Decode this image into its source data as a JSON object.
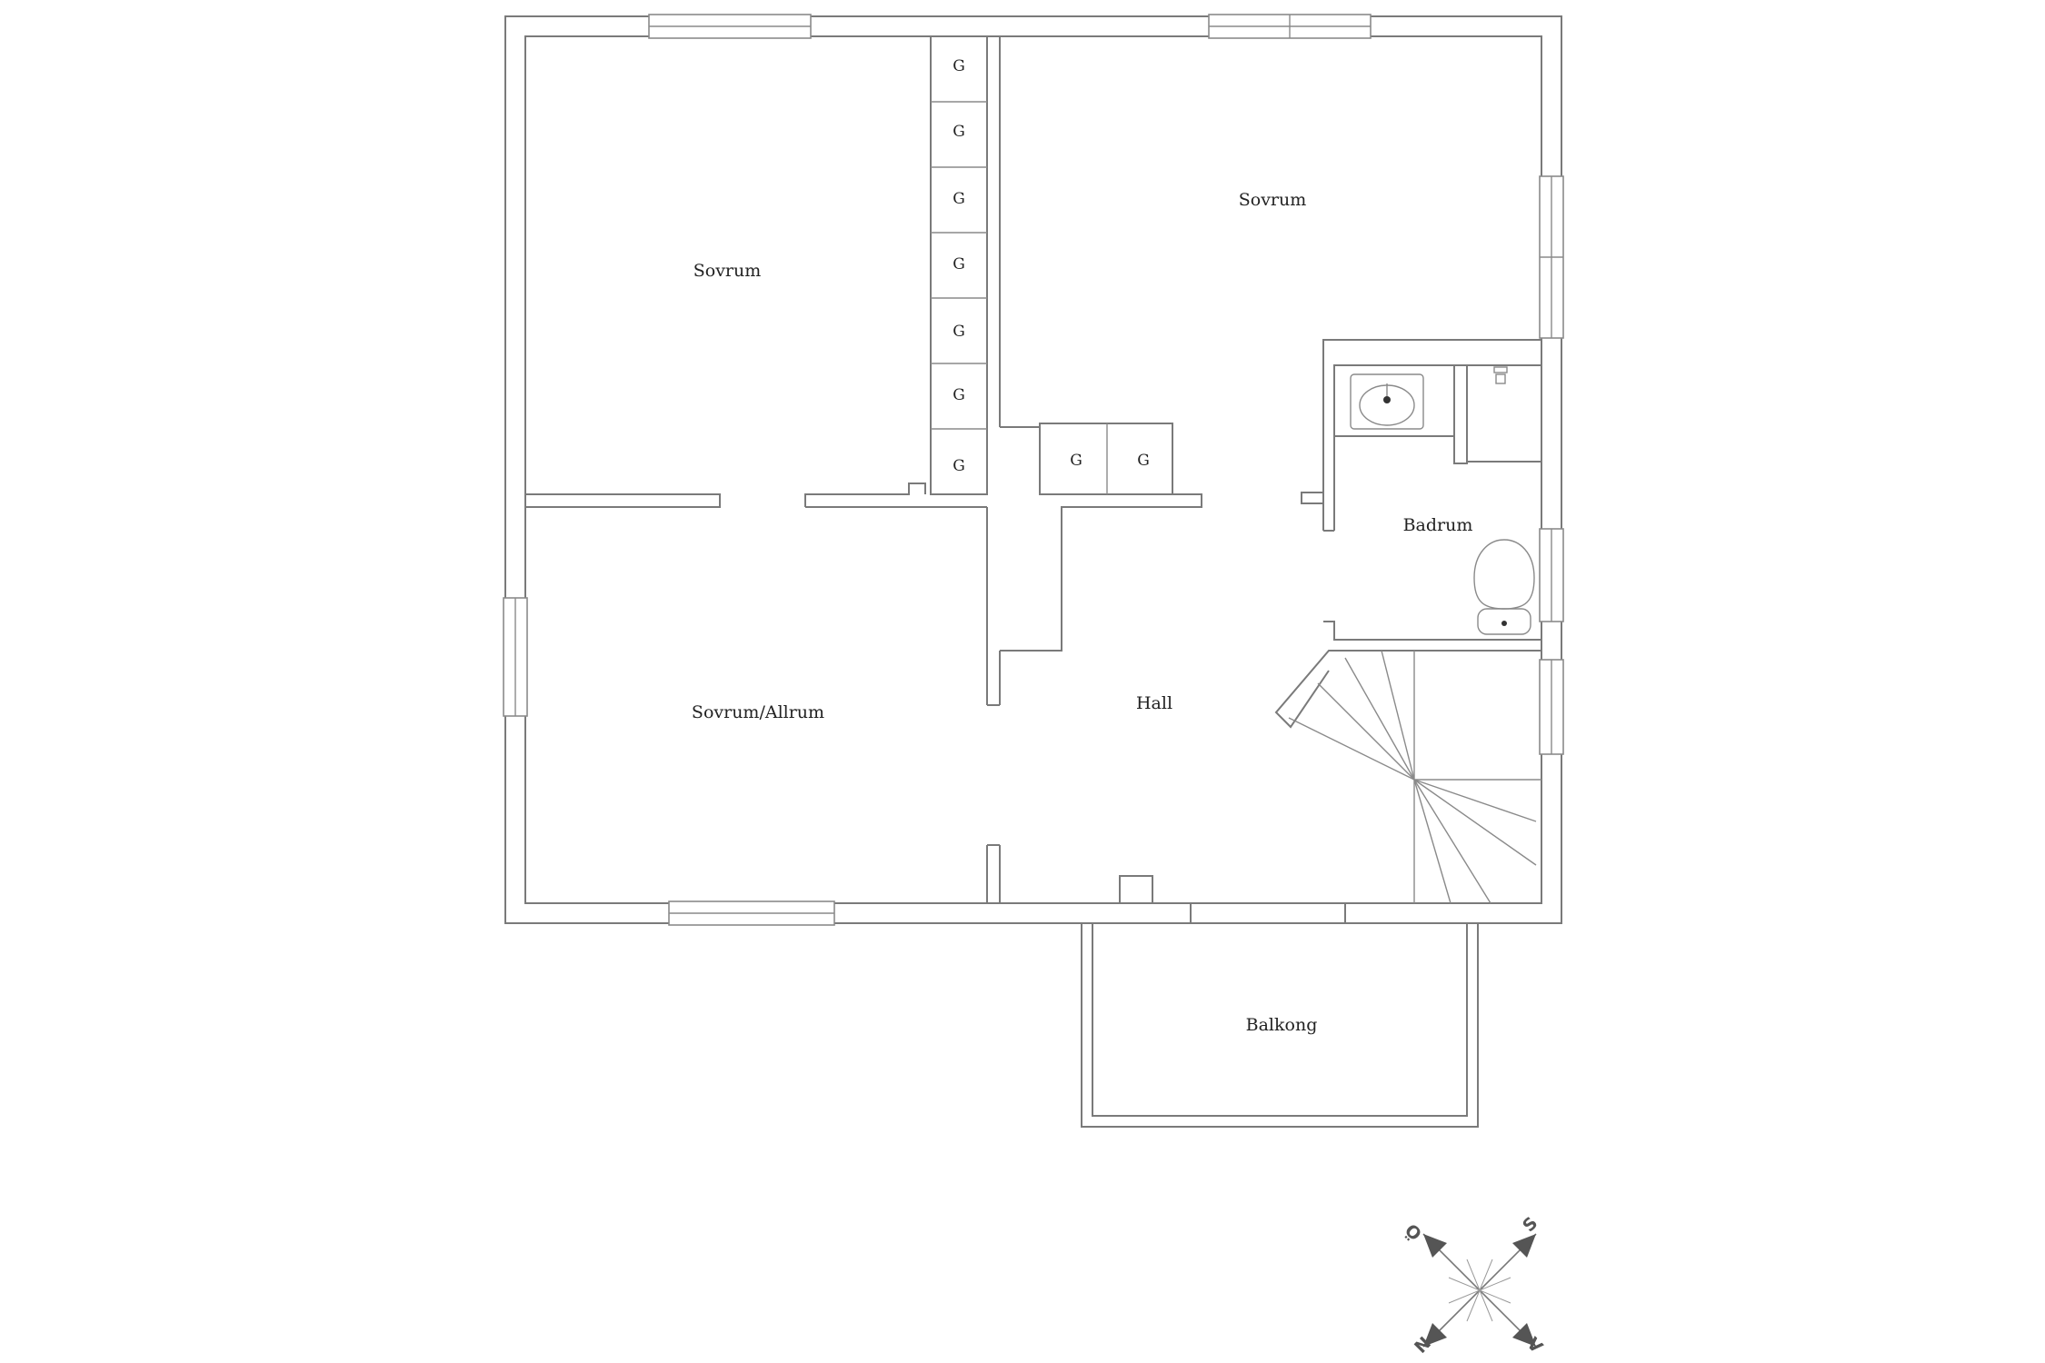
{
  "rooms": {
    "sovrum_left": "Sovrum",
    "sovrum_right": "Sovrum",
    "sovrum_allrum": "Sovrum/Allrum",
    "hall": "Hall",
    "badrum": "Badrum",
    "balkong": "Balkong"
  },
  "cabinet_label": "G",
  "compass": {
    "n": "N",
    "s": "S",
    "o": "Ö",
    "v": "V"
  }
}
